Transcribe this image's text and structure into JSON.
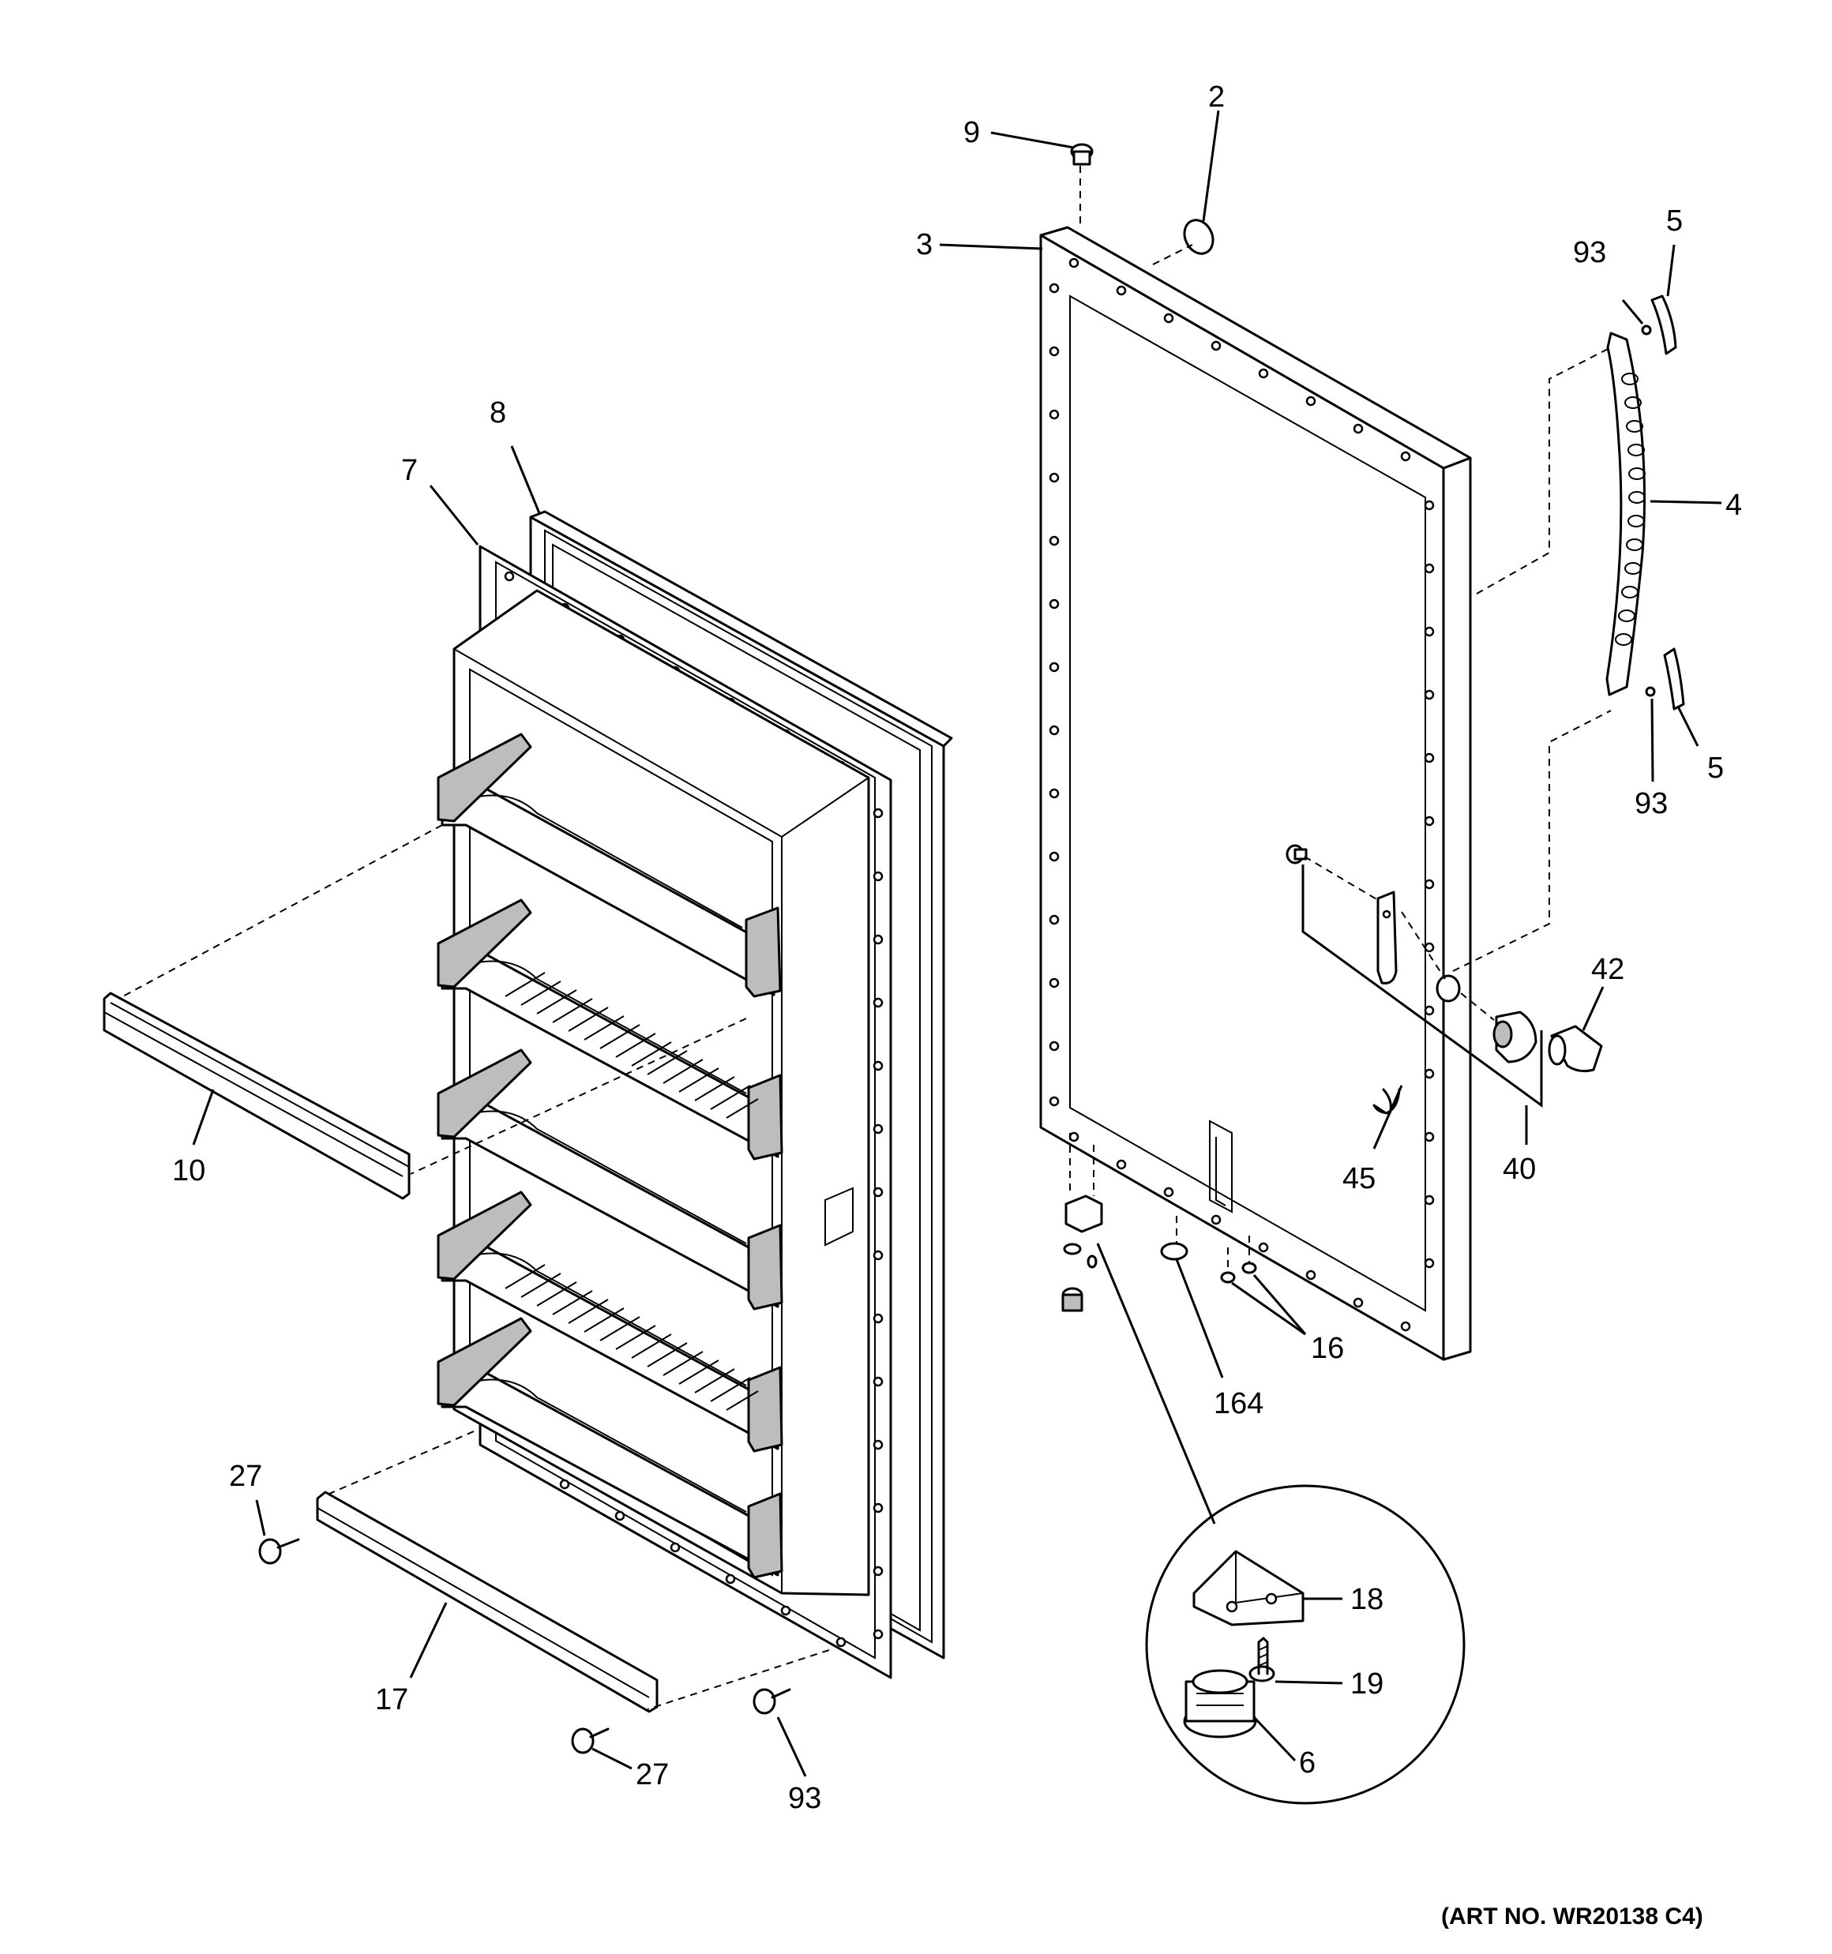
{
  "art_number": "(ART NO. WR20138 C4)",
  "callouts": {
    "c2": "2",
    "c3": "3",
    "c4": "4",
    "c5a": "5",
    "c5b": "5",
    "c6": "6",
    "c7": "7",
    "c8": "8",
    "c9": "9",
    "c10": "10",
    "c16": "16",
    "c17": "17",
    "c18": "18",
    "c19": "19",
    "c27a": "27",
    "c27b": "27",
    "c40": "40",
    "c42": "42",
    "c45": "45",
    "c93a": "93",
    "c93b": "93",
    "c93c": "93",
    "c164": "164"
  }
}
